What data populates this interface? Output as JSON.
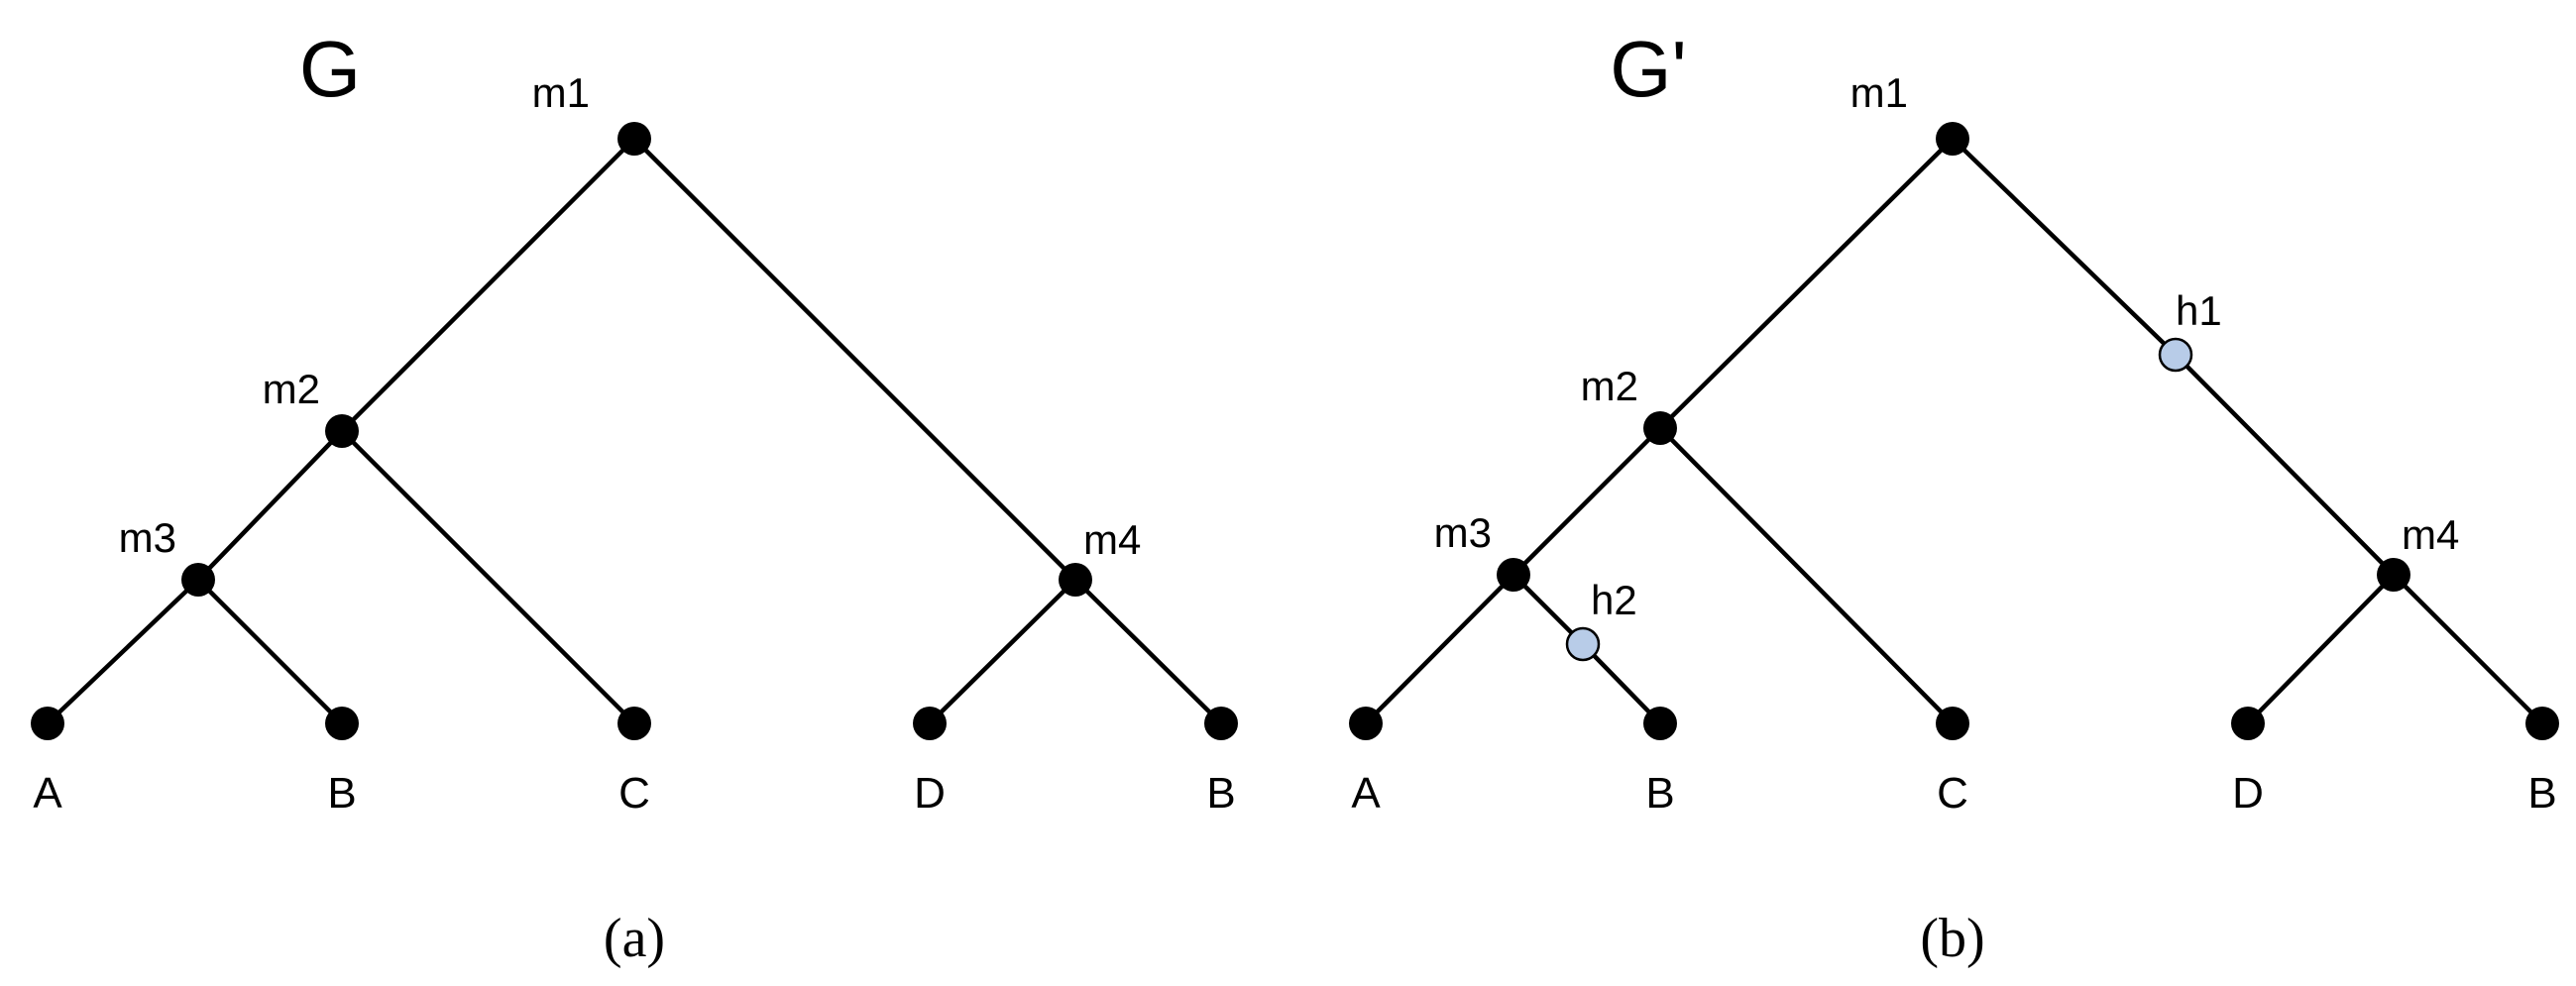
{
  "panels": [
    {
      "id": "a",
      "title": "G",
      "caption": "(a)",
      "nodes": [
        {
          "id": "m1",
          "label": "m1",
          "kind": "internal"
        },
        {
          "id": "m2",
          "label": "m2",
          "kind": "internal"
        },
        {
          "id": "m3",
          "label": "m3",
          "kind": "internal"
        },
        {
          "id": "m4",
          "label": "m4",
          "kind": "internal"
        },
        {
          "id": "A",
          "label": "A",
          "kind": "leaf"
        },
        {
          "id": "B1",
          "label": "B",
          "kind": "leaf"
        },
        {
          "id": "C",
          "label": "C",
          "kind": "leaf"
        },
        {
          "id": "D",
          "label": "D",
          "kind": "leaf"
        },
        {
          "id": "B2",
          "label": "B",
          "kind": "leaf"
        }
      ],
      "edges": [
        [
          "m1",
          "m2"
        ],
        [
          "m1",
          "m4"
        ],
        [
          "m2",
          "m3"
        ],
        [
          "m2",
          "C"
        ],
        [
          "m3",
          "A"
        ],
        [
          "m3",
          "B1"
        ],
        [
          "m4",
          "D"
        ],
        [
          "m4",
          "B2"
        ]
      ]
    },
    {
      "id": "b",
      "title": "G'",
      "caption": "(b)",
      "nodes": [
        {
          "id": "m1",
          "label": "m1",
          "kind": "internal"
        },
        {
          "id": "h1",
          "label": "h1",
          "kind": "hyper"
        },
        {
          "id": "m2",
          "label": "m2",
          "kind": "internal"
        },
        {
          "id": "m3",
          "label": "m3",
          "kind": "internal"
        },
        {
          "id": "h2",
          "label": "h2",
          "kind": "hyper"
        },
        {
          "id": "m4",
          "label": "m4",
          "kind": "internal"
        },
        {
          "id": "A",
          "label": "A",
          "kind": "leaf"
        },
        {
          "id": "B1",
          "label": "B",
          "kind": "leaf"
        },
        {
          "id": "C",
          "label": "C",
          "kind": "leaf"
        },
        {
          "id": "D",
          "label": "D",
          "kind": "leaf"
        },
        {
          "id": "B2",
          "label": "B",
          "kind": "leaf"
        }
      ],
      "edges": [
        [
          "m1",
          "m2"
        ],
        [
          "m1",
          "h1"
        ],
        [
          "h1",
          "m4"
        ],
        [
          "m2",
          "m3"
        ],
        [
          "m2",
          "C"
        ],
        [
          "m3",
          "A"
        ],
        [
          "m3",
          "h2"
        ],
        [
          "h2",
          "B1"
        ],
        [
          "m4",
          "D"
        ],
        [
          "m4",
          "B2"
        ]
      ]
    }
  ]
}
